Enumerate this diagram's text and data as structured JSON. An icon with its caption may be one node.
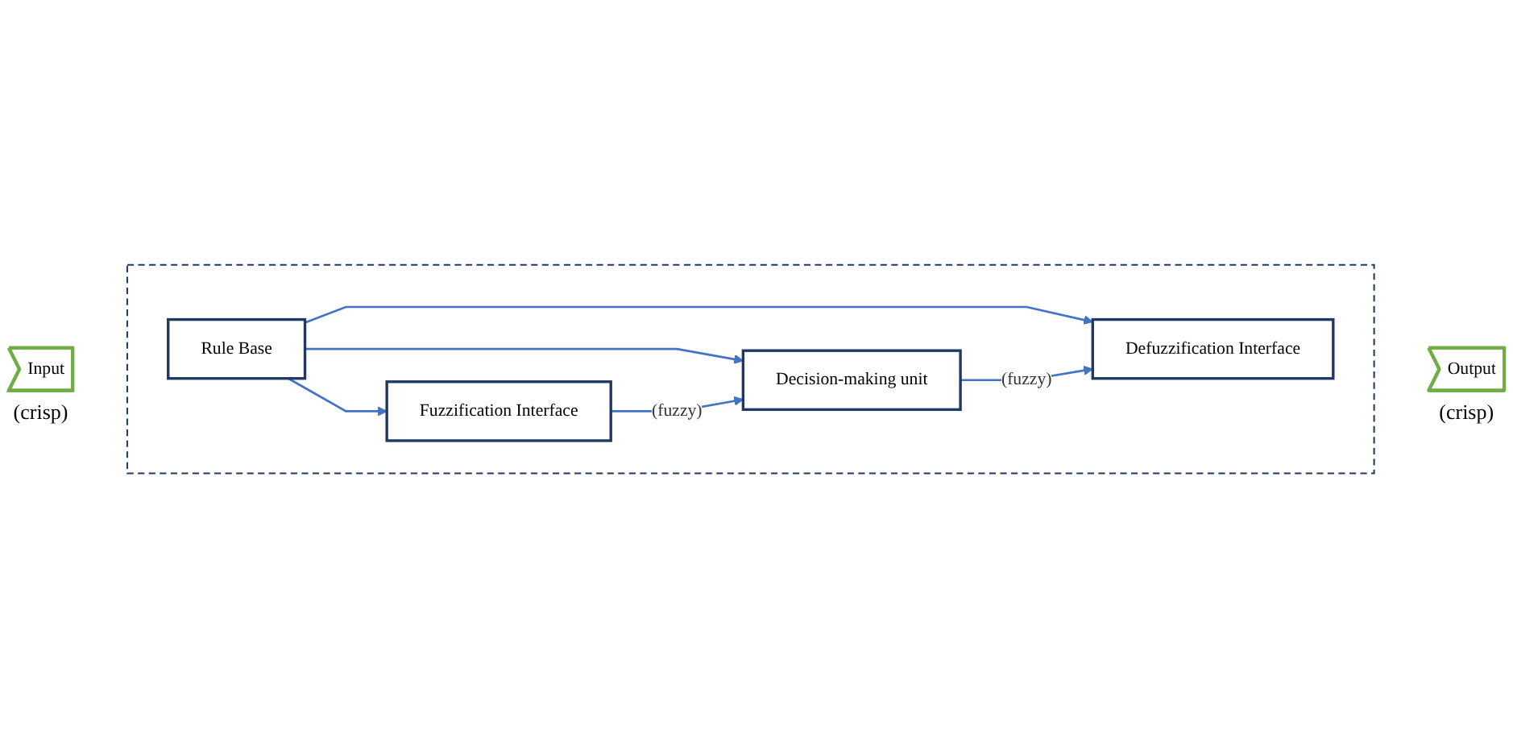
{
  "diagram": {
    "nodes": [
      {
        "text": [
          "Input"
        ],
        "beside": [
          "(crisp)"
        ]
      },
      {
        "text": [],
        "shape": "box"
      },
      {
        "text": [
          "Rule Base"
        ],
        "in": 1
      },
      {
        "text": [
          "Fuzzification Interface"
        ],
        "in": 1
      },
      {
        "text": [
          "Defuzzification Interface"
        ],
        "in": 1
      },
      {
        "text": [
          "Decision-making unit"
        ],
        "in": 1
      },
      {
        "text": [
          "Output"
        ],
        "beside": [
          "(crisp)"
        ]
      }
    ],
    "edges": [
      {
        "from": 2,
        "to": 3,
        "arrow": "to"
      },
      {
        "from": 2,
        "to": 5,
        "arrow": "to"
      },
      {
        "from": 2,
        "to": 4,
        "arrow": "to"
      },
      {
        "from": 3,
        "to": 5,
        "arrow": "to",
        "label": "(fuzzy)"
      },
      {
        "from": 5,
        "to": 4,
        "arrow": "to",
        "label": "(fuzzy)"
      }
    ]
  }
}
